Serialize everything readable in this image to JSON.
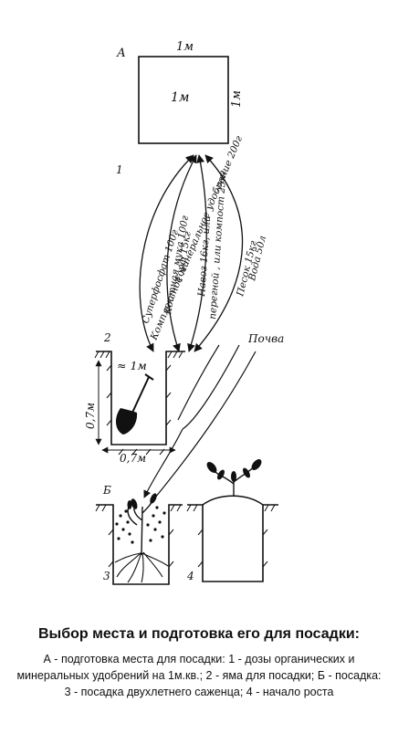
{
  "labels": {
    "section_a": "А",
    "side_top": "1м",
    "area": "1м",
    "side_right": "1м",
    "num_1": "1",
    "num_2": "2",
    "num_3": "3",
    "num_4": "4",
    "section_b": "Б",
    "pit_area": "≈ 1м",
    "pit_depth": "0,7м",
    "pit_width": "0,7м",
    "soil": "Почва"
  },
  "doses": {
    "d1": "Комплексное минеральное удобрение 200г",
    "d2": "Суперфосфат 100г",
    "d3": "Костная мука 100г",
    "d4": "Торф 15кг",
    "d5": "Навоз 16кг, или",
    "d6": "перегной , или компост 25кг",
    "d7": "Песок 15кг",
    "d8": "Вода 50л"
  },
  "caption": {
    "title": "Выбор места и подготовка его для посадки:",
    "body": "А - подготовка места для посадки: 1 - дозы органических и минеральных удобрений на 1м.кв.; 2 - яма для посадки; Б - посадка: 3 - посадка двухлетнего саженца; 4 - начало роста"
  }
}
